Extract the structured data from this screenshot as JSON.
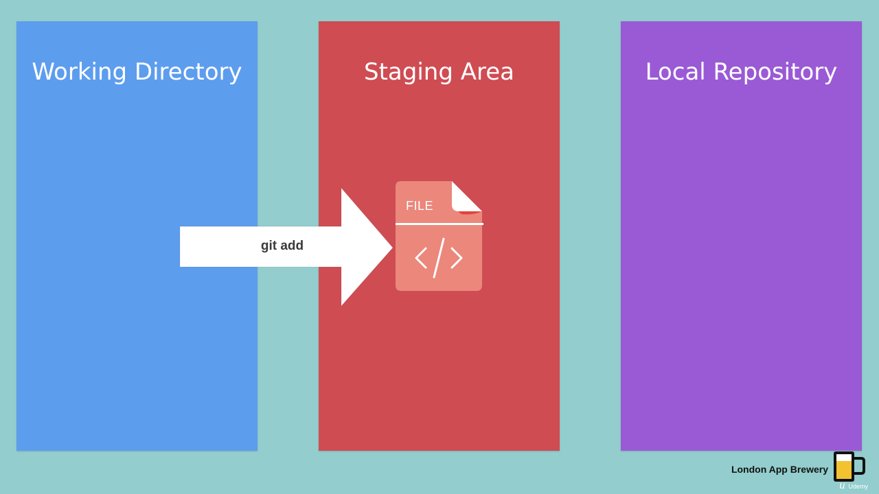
{
  "colors": {
    "background": "#93CDCD",
    "working": "#5D9DEE",
    "staging": "#CF4C53",
    "local": "#9A5AD5",
    "file": "#EB877B",
    "arrow": "#FFFFFF"
  },
  "panels": {
    "working": {
      "title": "Working Directory"
    },
    "staging": {
      "title": "Staging Area"
    },
    "local": {
      "title": "Local Repository"
    }
  },
  "arrow": {
    "label": "git add"
  },
  "file": {
    "label": "FILE",
    "code_symbol": "</>"
  },
  "brand": {
    "name": "London App Brewery",
    "sub": "Udemy"
  }
}
